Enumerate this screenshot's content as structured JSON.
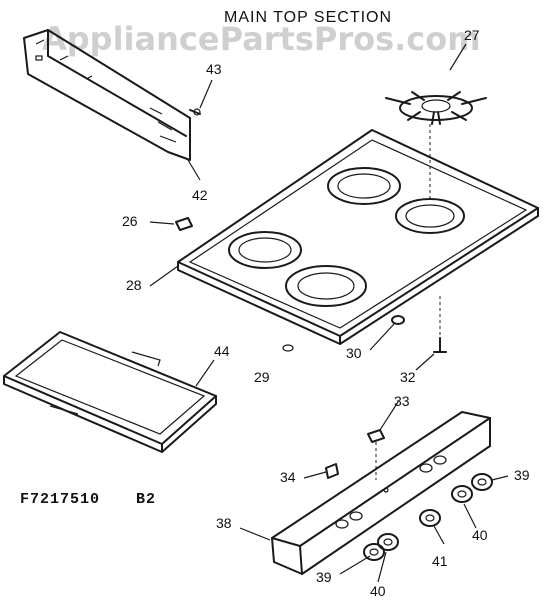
{
  "title": "MAIN TOP SECTION",
  "watermark": "AppliancePartsPros.com",
  "diagram_code": "F7217510",
  "diagram_rev": "B2",
  "callouts": [
    {
      "id": "27",
      "label": "27"
    },
    {
      "id": "43",
      "label": "43"
    },
    {
      "id": "42",
      "label": "42"
    },
    {
      "id": "26",
      "label": "26"
    },
    {
      "id": "28",
      "label": "28"
    },
    {
      "id": "44",
      "label": "44"
    },
    {
      "id": "29",
      "label": "29"
    },
    {
      "id": "30",
      "label": "30"
    },
    {
      "id": "32",
      "label": "32"
    },
    {
      "id": "33",
      "label": "33"
    },
    {
      "id": "34",
      "label": "34"
    },
    {
      "id": "39a",
      "label": "39"
    },
    {
      "id": "40a",
      "label": "40"
    },
    {
      "id": "38",
      "label": "38"
    },
    {
      "id": "41",
      "label": "41"
    },
    {
      "id": "39b",
      "label": "39"
    },
    {
      "id": "40b",
      "label": "40"
    }
  ],
  "parts": [
    "grate",
    "bracket",
    "screw",
    "clip",
    "cooktop",
    "drip-pan",
    "pad",
    "grommet",
    "bolt",
    "cover",
    "spring",
    "control-panel",
    "knob-left-front",
    "knob-left-rear",
    "knob-center",
    "knob-right-front",
    "knob-right-rear"
  ]
}
